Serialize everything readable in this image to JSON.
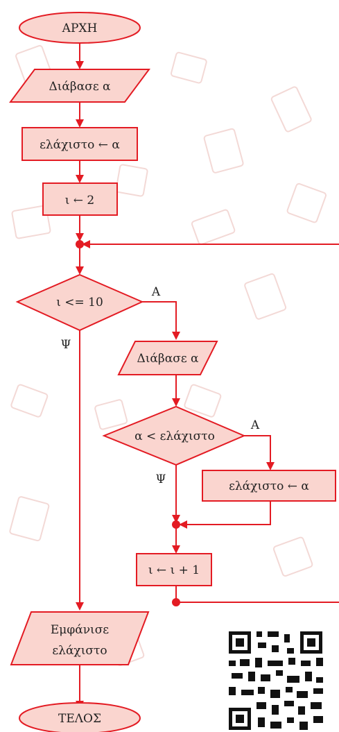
{
  "flowchart": {
    "start": "ΑΡΧΗ",
    "read_a_1": "Διάβασε α",
    "assign_min_1": "ελάχιστο ← α",
    "init_i": "ι ← 2",
    "loop_condition": "ι <= 10",
    "loop_yes": "Α",
    "loop_no": "Ψ",
    "read_a_2": "Διάβασε α",
    "compare_condition": "α < ελάχιστο",
    "compare_yes": "Α",
    "compare_no": "Ψ",
    "assign_min_2": "ελάχιστο ← α",
    "increment_i": "ι ← ι + 1",
    "output_line1": "Εμφάνισε",
    "output_line2": "ελάχιστο",
    "end": "ΤΕΛΟΣ"
  },
  "colors": {
    "stroke": "#e31b23",
    "fill": "#fad5cf"
  }
}
